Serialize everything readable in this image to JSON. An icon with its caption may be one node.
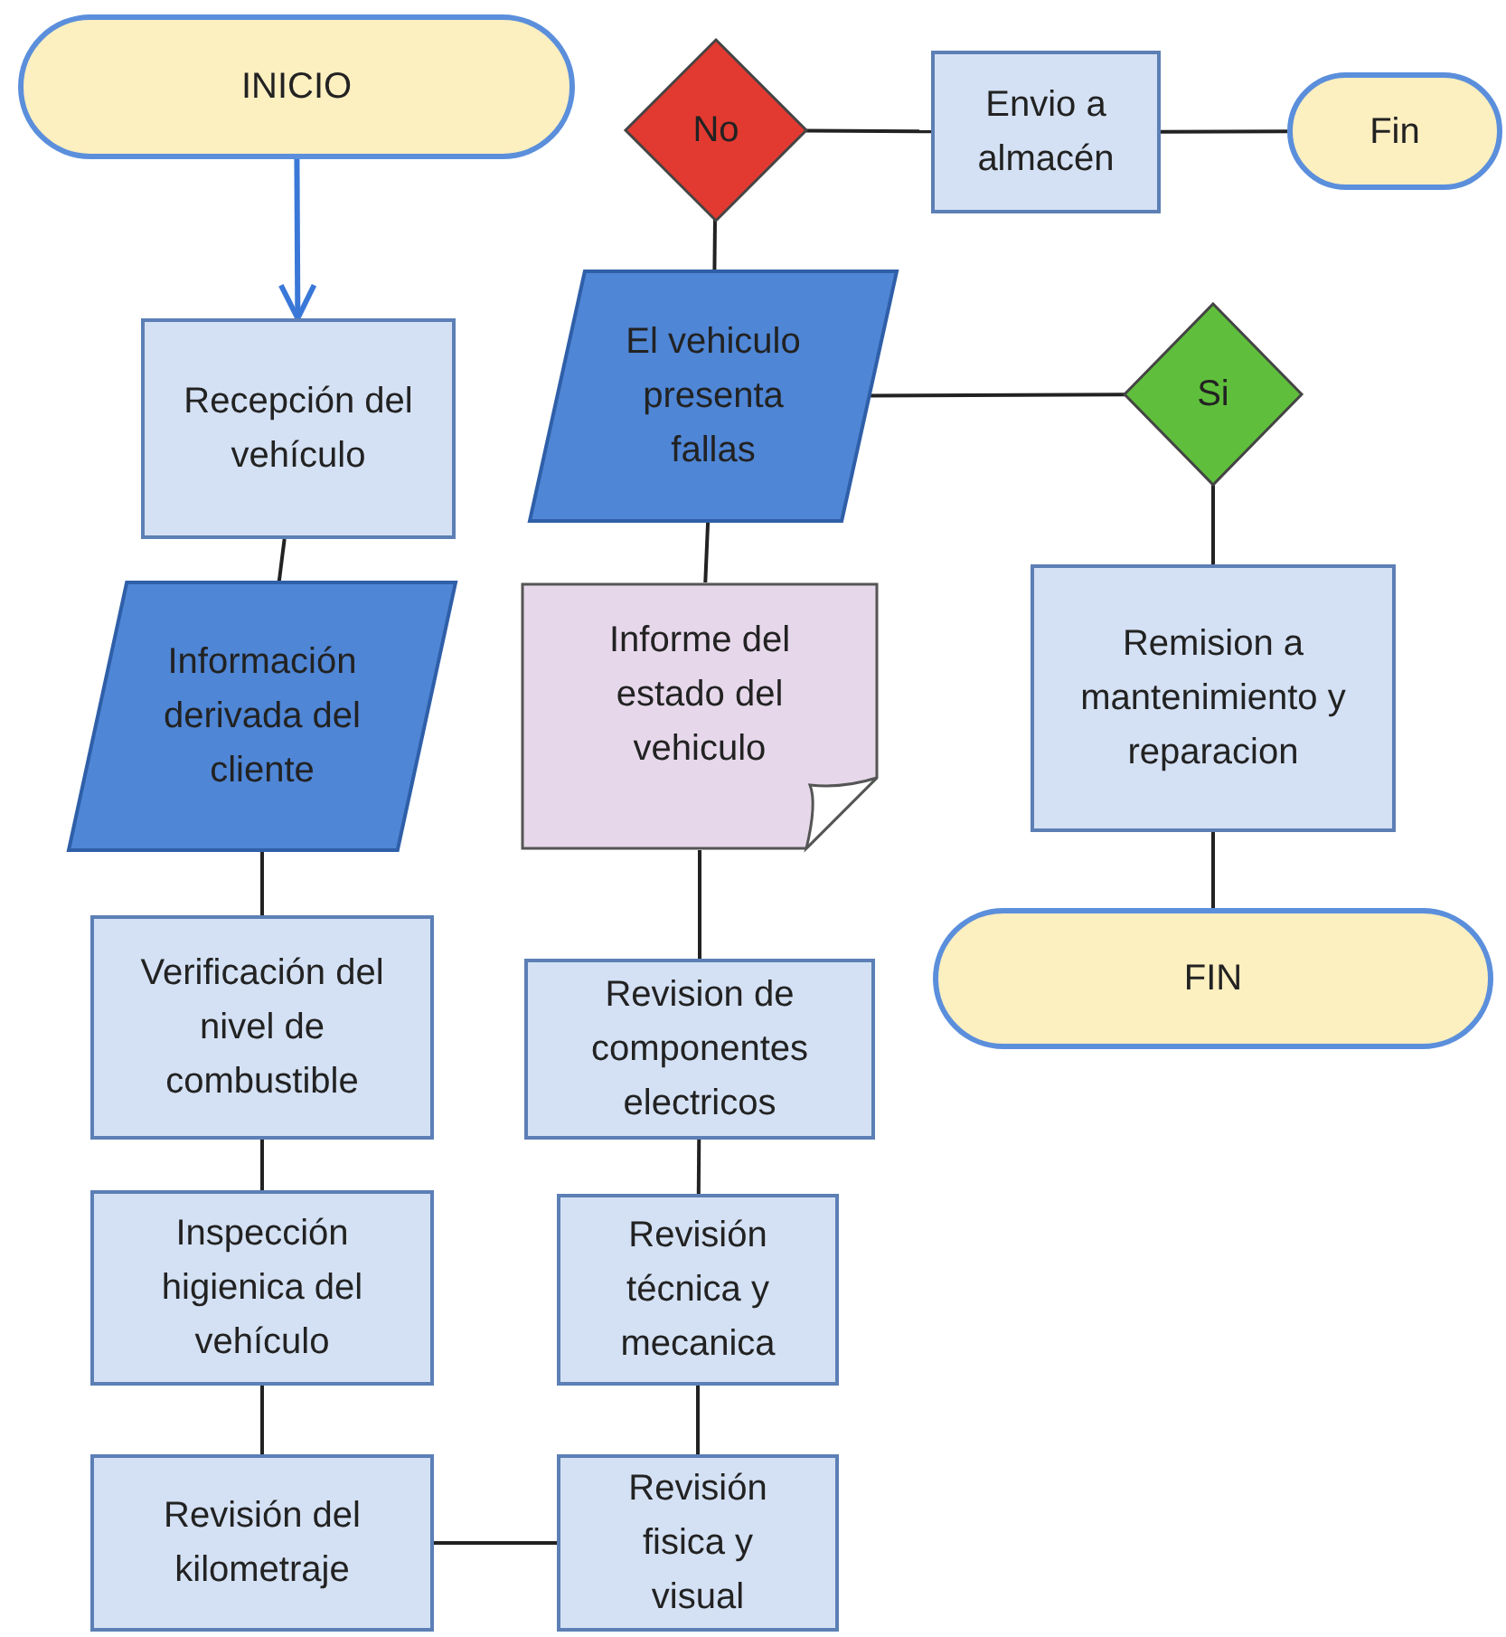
{
  "diagram": {
    "nodes": [
      {
        "text": [
          "INICIO"
        ]
      },
      {
        "text": [
          "Recepción del vehículo"
        ]
      },
      {
        "text": [
          "Información derivada del cliente"
        ]
      },
      {
        "text": [
          "Verificación del nivel de combustible"
        ]
      },
      {
        "text": [
          "Inspección higienica del vehículo"
        ]
      },
      {
        "text": [
          "Revisión del kilometraje"
        ]
      },
      {
        "text": [
          "Revisión fisica y visual"
        ]
      },
      {
        "text": [
          "Revisión técnica y mecanica"
        ]
      },
      {
        "text": [
          "Revision de componentes electricos"
        ]
      },
      {
        "text": [
          "Informe del estado del vehiculo"
        ]
      },
      {
        "text": [
          "El vehiculo presenta fallas"
        ]
      },
      {
        "text": [
          "No"
        ]
      },
      {
        "text": [
          "Envio a almacén"
        ]
      },
      {
        "text": [
          "Fin"
        ]
      },
      {
        "text": [
          "Si"
        ]
      },
      {
        "text": [
          "Remision a mantenimiento y reparacion"
        ]
      },
      {
        "text": [
          "FIN"
        ]
      }
    ],
    "edges": [
      {
        "from": 0,
        "to": 1,
        "arrow": "to",
        "color": "#3a78d8"
      },
      {
        "from": 1,
        "to": 2,
        "arrow": "none"
      },
      {
        "from": 2,
        "to": 3,
        "arrow": "none"
      },
      {
        "from": 3,
        "to": 4,
        "arrow": "none"
      },
      {
        "from": 4,
        "to": 5,
        "arrow": "none"
      },
      {
        "from": 5,
        "to": 6,
        "arrow": "none"
      },
      {
        "from": 6,
        "to": 7,
        "arrow": "none"
      },
      {
        "from": 7,
        "to": 8,
        "arrow": "none"
      },
      {
        "from": 8,
        "to": 9,
        "arrow": "none"
      },
      {
        "from": 9,
        "to": 10,
        "arrow": "none"
      },
      {
        "from": 10,
        "to": 11,
        "arrow": "none"
      },
      {
        "from": 11,
        "to": 12,
        "arrow": "none"
      },
      {
        "from": 12,
        "to": 13,
        "arrow": "none"
      },
      {
        "from": 10,
        "to": 14,
        "arrow": "none"
      },
      {
        "from": 14,
        "to": 15,
        "arrow": "none"
      },
      {
        "from": 15,
        "to": 16,
        "arrow": "none"
      }
    ]
  }
}
